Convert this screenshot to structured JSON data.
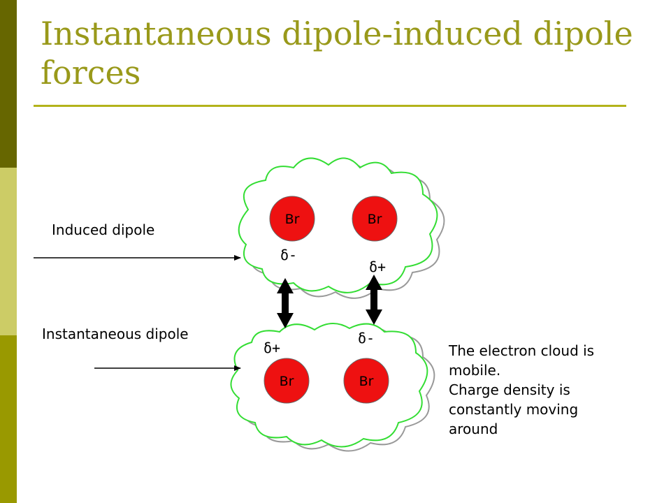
{
  "slide": {
    "title": "Instantaneous dipole-induced dipole forces"
  },
  "labels": {
    "induced": "Induced dipole",
    "instantaneous": "Instantaneous dipole"
  },
  "atoms": {
    "top_left": "Br",
    "top_right": "Br",
    "bottom_left": "Br",
    "bottom_right": "Br"
  },
  "charges": {
    "top_left": "δ-",
    "top_right": "δ+",
    "bottom_left": "δ+",
    "bottom_right": "δ-"
  },
  "note": {
    "lines": [
      "The electron cloud is",
      "mobile.",
      "Charge density is",
      "constantly moving",
      "around"
    ]
  },
  "colors": {
    "atom_fill": "#ee1111",
    "cloud_outline": "#33dd33",
    "cloud_shadow": "#999999",
    "title": "#99991a",
    "sidebar_dark": "#666600",
    "sidebar_light": "#cccc66",
    "sidebar_mid": "#999900"
  }
}
